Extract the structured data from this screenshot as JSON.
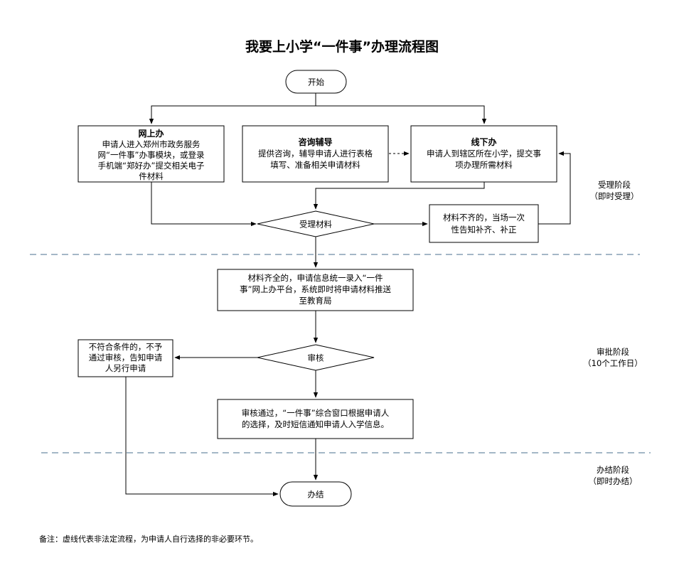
{
  "title": "我要上小学“一件事”办理流程图",
  "nodes": {
    "start": "开始",
    "online": {
      "title": "网上办",
      "lines": [
        "申请人进入郑州市政务服务",
        "网“一件事”办事模块，或登录",
        "手机端“郑好办”提交相关电子",
        "件材料"
      ]
    },
    "consult": {
      "title": "咨询辅导",
      "lines": [
        "提供咨询，辅导申请人进行表格",
        "填写、准备相关申请材料"
      ]
    },
    "offline": {
      "title": "线下办",
      "lines": [
        "申请人到辖区所在小学，提交事",
        "项办理所需材料"
      ]
    },
    "accept": "受理材料",
    "incomplete": [
      "材料不齐的，当场一次",
      "性告知补齐、补正"
    ],
    "complete": [
      "材料齐全的，申请信息统一录入“一件",
      "事”网上办平台，系统即时将申请材料推送",
      "至教育局"
    ],
    "review": "审核",
    "reject": [
      "不符合条件的，不予",
      "通过审核，告知申请",
      "人另行申请"
    ],
    "approve": [
      "审核通过，“一件事”综合窗口根据申请人",
      "的选择，及时短信通知申请人入学信息。"
    ],
    "end": "办结"
  },
  "stages": [
    {
      "name": "受理阶段",
      "sub": "（即时受理）"
    },
    {
      "name": "审批阶段",
      "sub": "（10个工作日）"
    },
    {
      "name": "办结阶段",
      "sub": "（即时办结）"
    }
  ],
  "note": "备注：虚线代表非法定流程，为申请人自行选择的非必要环节。"
}
